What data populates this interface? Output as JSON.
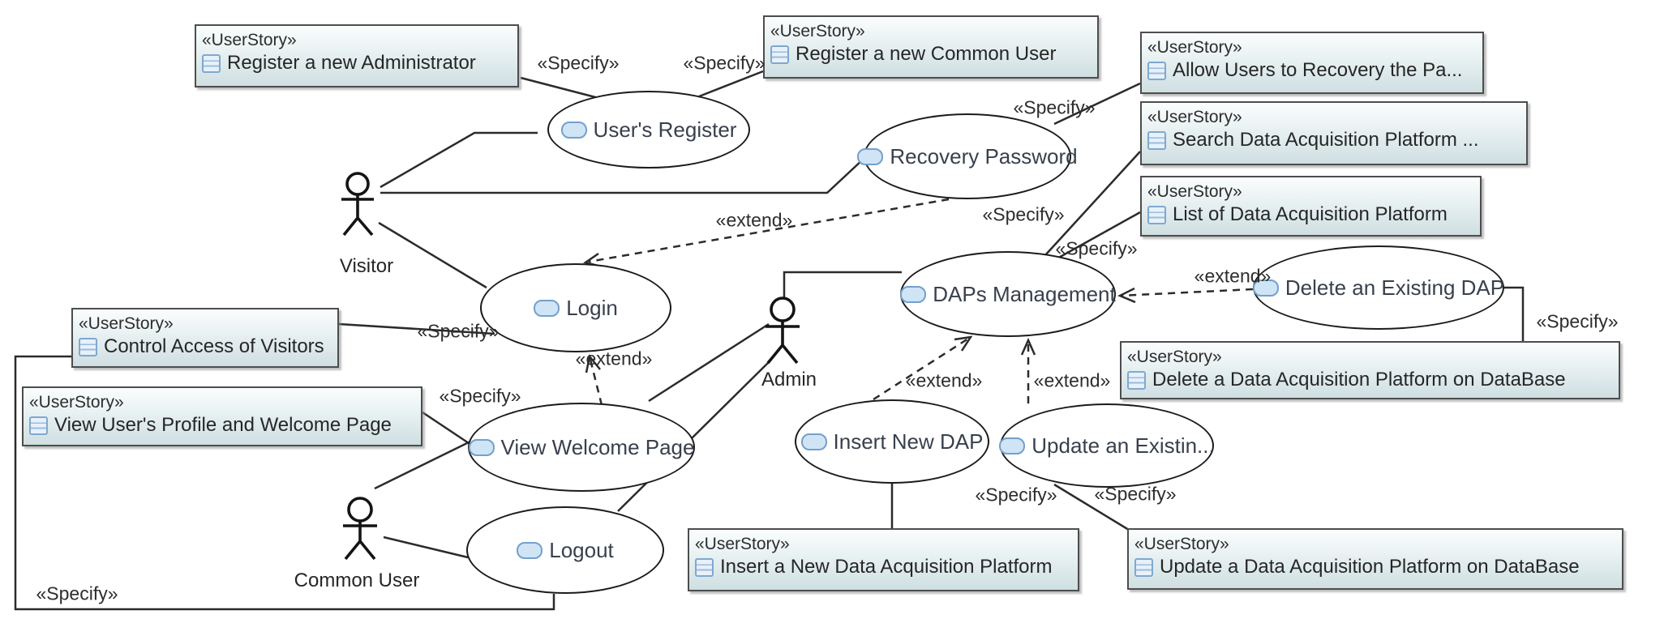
{
  "diagram": {
    "type": "uml-use-case-diagram",
    "colors": {
      "background": "#ffffff",
      "box_gradient_top": "#fafdfd",
      "box_gradient_bottom": "#cfdfe2",
      "box_border": "#4d4d4d",
      "line": "#2b2b2b",
      "usecase_icon_fill": "#cfe4f5",
      "usecase_icon_border": "#74a0cc",
      "doc_icon_border": "#7fa8d0",
      "text": "#262626"
    },
    "actors": [
      {
        "id": "visitor",
        "label": "Visitor"
      },
      {
        "id": "admin",
        "label": "Admin"
      },
      {
        "id": "common-user",
        "label": "Common User"
      }
    ],
    "use_cases": [
      {
        "id": "users-register",
        "label": "User's Register"
      },
      {
        "id": "recovery-password",
        "label": "Recovery Password"
      },
      {
        "id": "login",
        "label": "Login"
      },
      {
        "id": "view-welcome-page",
        "label": "View Welcome Page"
      },
      {
        "id": "logout",
        "label": "Logout"
      },
      {
        "id": "daps-management",
        "label": "DAPs Management"
      },
      {
        "id": "delete-existing-dap",
        "label": "Delete an Existing DAP"
      },
      {
        "id": "insert-new-dap",
        "label": "Insert New DAP"
      },
      {
        "id": "update-existing-dap",
        "label": "Update an Existin..."
      }
    ],
    "user_stories": [
      {
        "id": "us-register-admin",
        "stereotype": "«UserStory»",
        "title": "Register a new Administrator"
      },
      {
        "id": "us-register-common",
        "stereotype": "«UserStory»",
        "title": "Register a new Common User"
      },
      {
        "id": "us-allow-recovery",
        "stereotype": "«UserStory»",
        "title": "Allow Users to Recovery the Pa..."
      },
      {
        "id": "us-search-dap",
        "stereotype": "«UserStory»",
        "title": "Search Data Acquisition Platform ..."
      },
      {
        "id": "us-list-dap",
        "stereotype": "«UserStory»",
        "title": "List of Data Acquisition Platform"
      },
      {
        "id": "us-control-access",
        "stereotype": "«UserStory»",
        "title": "Control Access of Visitors"
      },
      {
        "id": "us-view-profile",
        "stereotype": "«UserStory»",
        "title": "View User's Profile and Welcome Page"
      },
      {
        "id": "us-insert-dap",
        "stereotype": "«UserStory»",
        "title": "Insert a New Data Acquisition Platform"
      },
      {
        "id": "us-update-dap",
        "stereotype": "«UserStory»",
        "title": "Update a Data Acquisition Platform on DataBase"
      },
      {
        "id": "us-delete-dap",
        "stereotype": "«UserStory»",
        "title": "Delete a Data Acquisition Platform on DataBase"
      }
    ],
    "connector_labels": [
      {
        "text": "«Specify»"
      },
      {
        "text": "«Specify»"
      },
      {
        "text": "«Specify»"
      },
      {
        "text": "«Specify»"
      },
      {
        "text": "«Specify»"
      },
      {
        "text": "«extend»"
      },
      {
        "text": "«Specify»"
      },
      {
        "text": "«extend»"
      },
      {
        "text": "«Specify»"
      },
      {
        "text": "«extend»"
      },
      {
        "text": "«Specify»"
      },
      {
        "text": "«Specify»"
      },
      {
        "text": "«extend»"
      },
      {
        "text": "«extend»"
      },
      {
        "text": "«Specify»"
      },
      {
        "text": "«Specify»"
      }
    ]
  }
}
